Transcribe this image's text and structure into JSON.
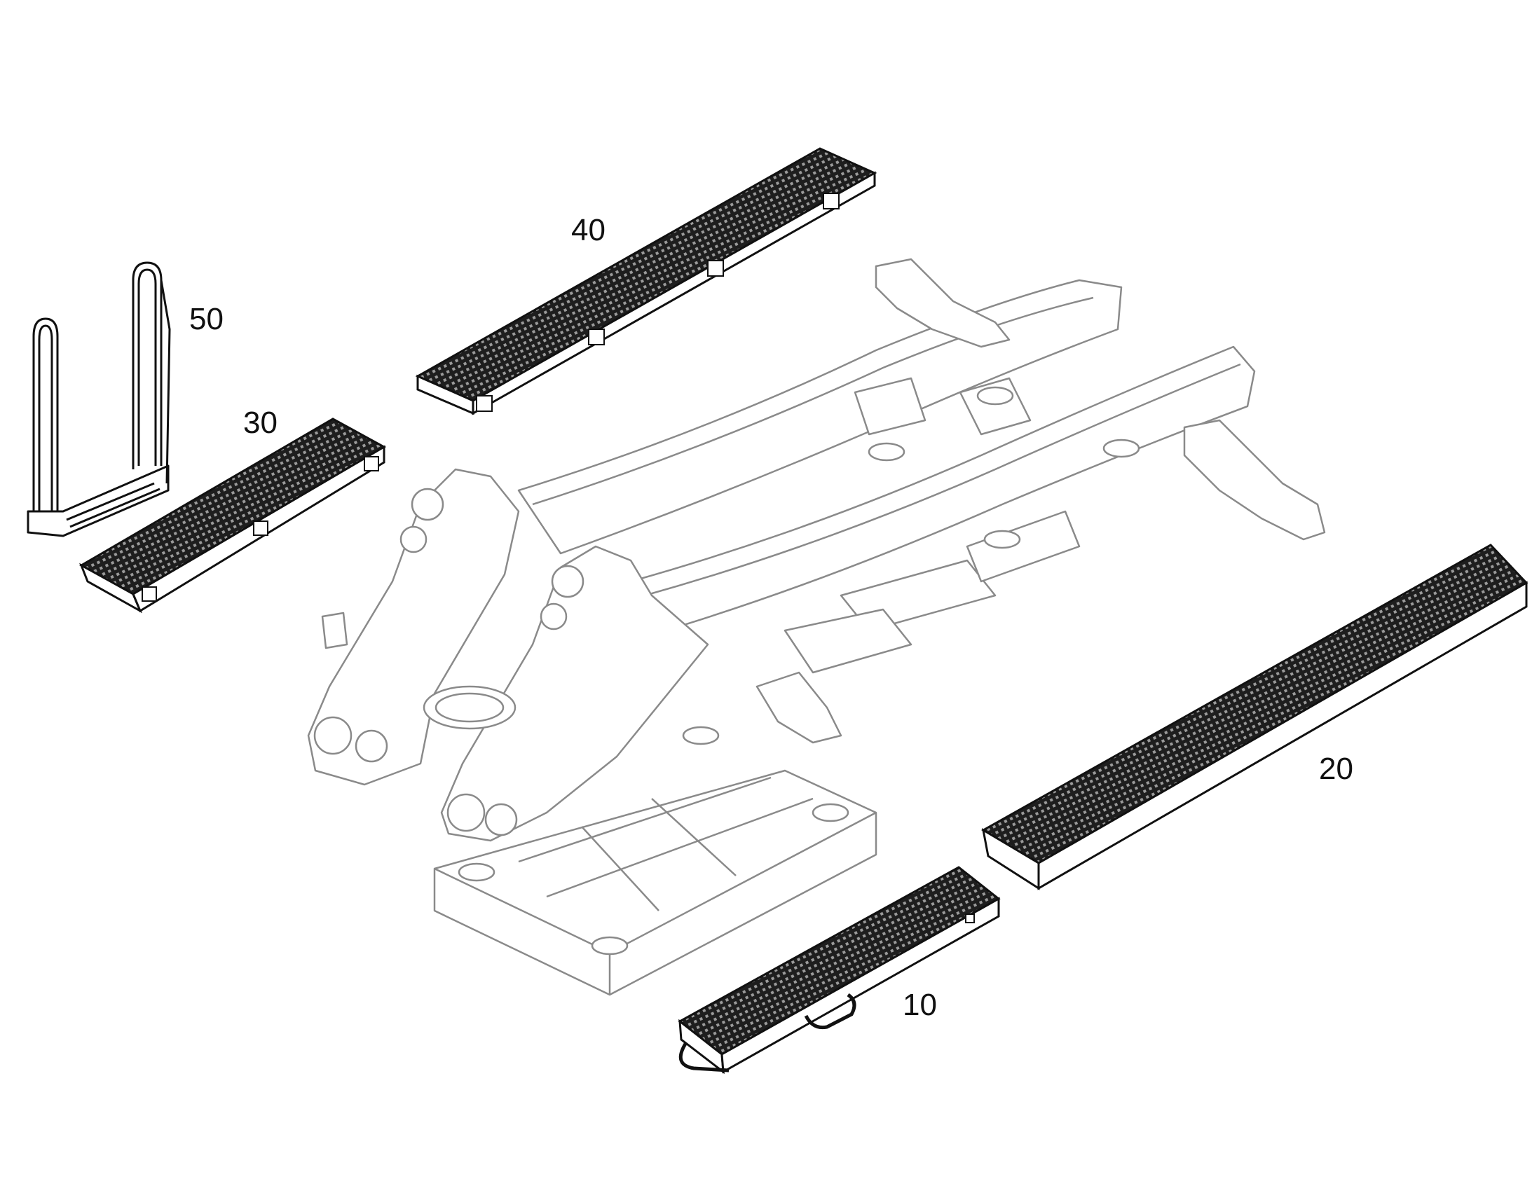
{
  "diagram": {
    "callouts": [
      {
        "id": "10",
        "label": "10"
      },
      {
        "id": "20",
        "label": "20"
      },
      {
        "id": "30",
        "label": "30"
      },
      {
        "id": "40",
        "label": "40"
      },
      {
        "id": "50",
        "label": "50"
      }
    ],
    "colors": {
      "frame_stroke": "#8a8a8a",
      "part_stroke": "#111111",
      "tread_fill": "#2b2b2b",
      "background": "#ffffff"
    }
  }
}
